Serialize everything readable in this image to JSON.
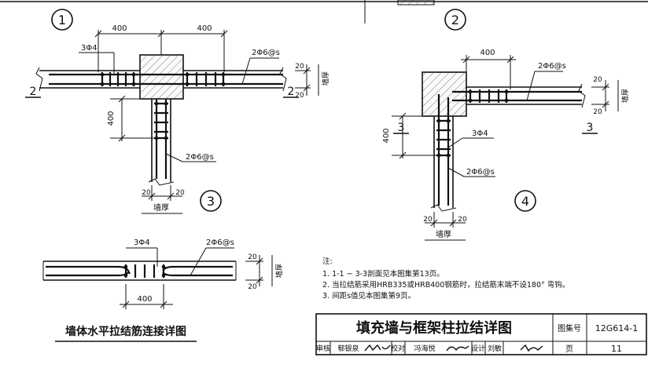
{
  "details": {
    "d1": {
      "marker": "1",
      "dim_left": "400",
      "dim_right": "400",
      "label_bar": "3Φ4",
      "label_tie": "2Φ6@s",
      "dim_top": "20",
      "dim_bot": "20",
      "thickness": "墙厚",
      "section": "2"
    },
    "d2": {
      "marker": "2"
    },
    "d3": {
      "marker": "3",
      "dim_vert": "400",
      "label_tie": "2Φ6@s",
      "dim_left": "20",
      "dim_right": "20",
      "thickness": "墙厚"
    },
    "d4": {
      "marker": "4",
      "dim_top": "400",
      "label_tie_top": "2Φ6@s",
      "dim_top_r": "20",
      "dim_bot_r": "20",
      "thickness_r": "墙厚",
      "section": "3",
      "dim_vert": "400",
      "label_bar": "3Φ4",
      "label_tie": "2Φ6@s",
      "dim_left": "20",
      "dim_right": "20",
      "thickness_b": "墙厚"
    },
    "d5": {
      "label_bar": "3Φ4",
      "label_tie": "2Φ6@s",
      "dim_top": "20",
      "dim_bot": "20",
      "thickness": "墙厚",
      "dim_bottom": "400"
    }
  },
  "notes": {
    "heading": "注:",
    "items": [
      "1. 1-1 ~ 3-3剖面见本图集第13页。",
      "2. 当拉结筋采用HRB335或HRB400钢筋时，拉结筋末端不设180° 弯钩。",
      "3. 间距s值见本图集第9页。"
    ]
  },
  "caption": "墙体水平拉结筋连接详图",
  "title_block": {
    "title": "填充墙与框架柱拉结详图",
    "atlas_label": "图集号",
    "atlas_no": "12G614-1",
    "review_label": "审核",
    "review_name": "郁银泉",
    "check_label": "校对",
    "check_name": "冯海悦",
    "design_label": "设计",
    "design_name": "刘敏",
    "page_label": "页",
    "page_no": "11"
  }
}
